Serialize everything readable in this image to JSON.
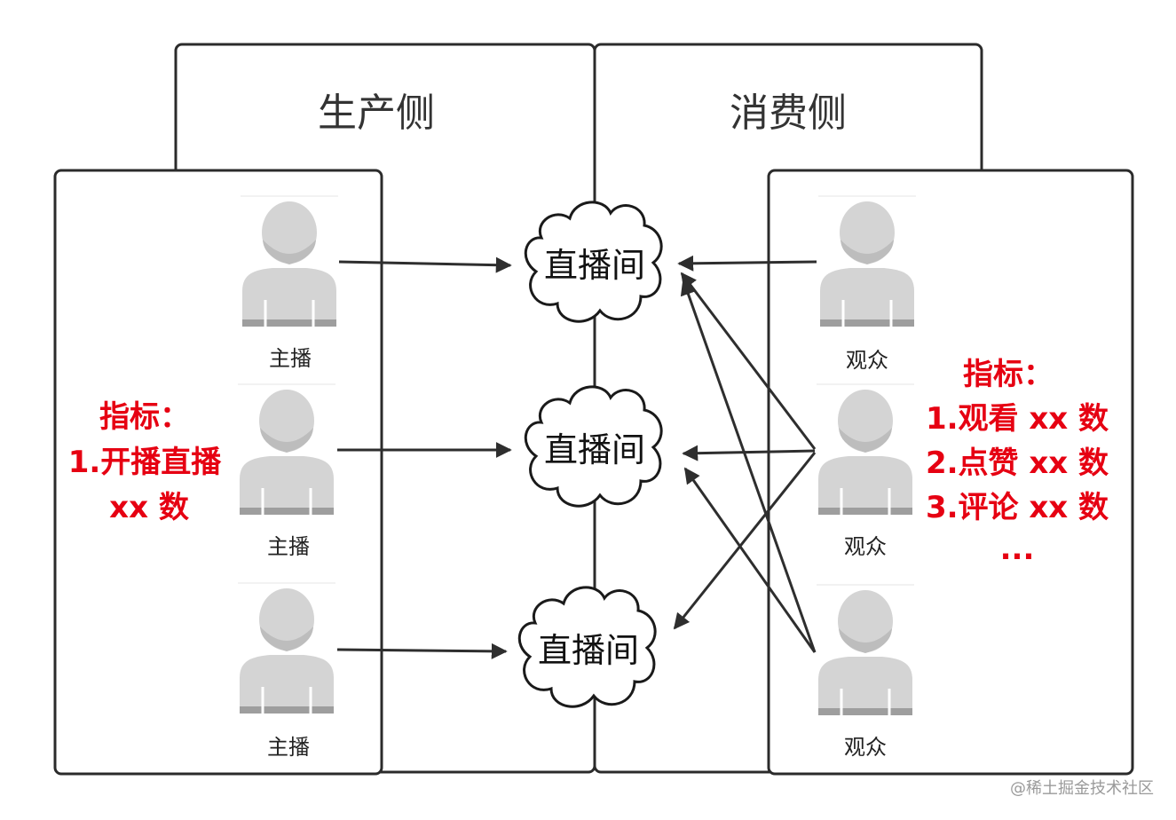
{
  "headers": {
    "producer": "生产侧",
    "consumer": "消费侧"
  },
  "rooms": [
    {
      "label": "直播间"
    },
    {
      "label": "直播间"
    },
    {
      "label": "直播间"
    }
  ],
  "producers": [
    {
      "label": "主播",
      "icon": "person-icon"
    },
    {
      "label": "主播",
      "icon": "person-icon"
    },
    {
      "label": "主播",
      "icon": "person-icon"
    }
  ],
  "consumers": [
    {
      "label": "观众",
      "icon": "person-icon"
    },
    {
      "label": "观众",
      "icon": "person-icon"
    },
    {
      "label": "观众",
      "icon": "person-icon"
    }
  ],
  "producer_metrics": {
    "title": "指标：",
    "lines": [
      "1.开播直播",
      "xx 数"
    ]
  },
  "consumer_metrics": {
    "title": "指标：",
    "lines": [
      "1.观看 xx 数",
      "2.点赞 xx 数",
      "3.评论 xx 数",
      "..."
    ]
  },
  "watermark": "@稀土掘金技术社区",
  "colors": {
    "metric": "#e60012",
    "border": "#2b2b2b",
    "person": "#d4d4d4"
  }
}
